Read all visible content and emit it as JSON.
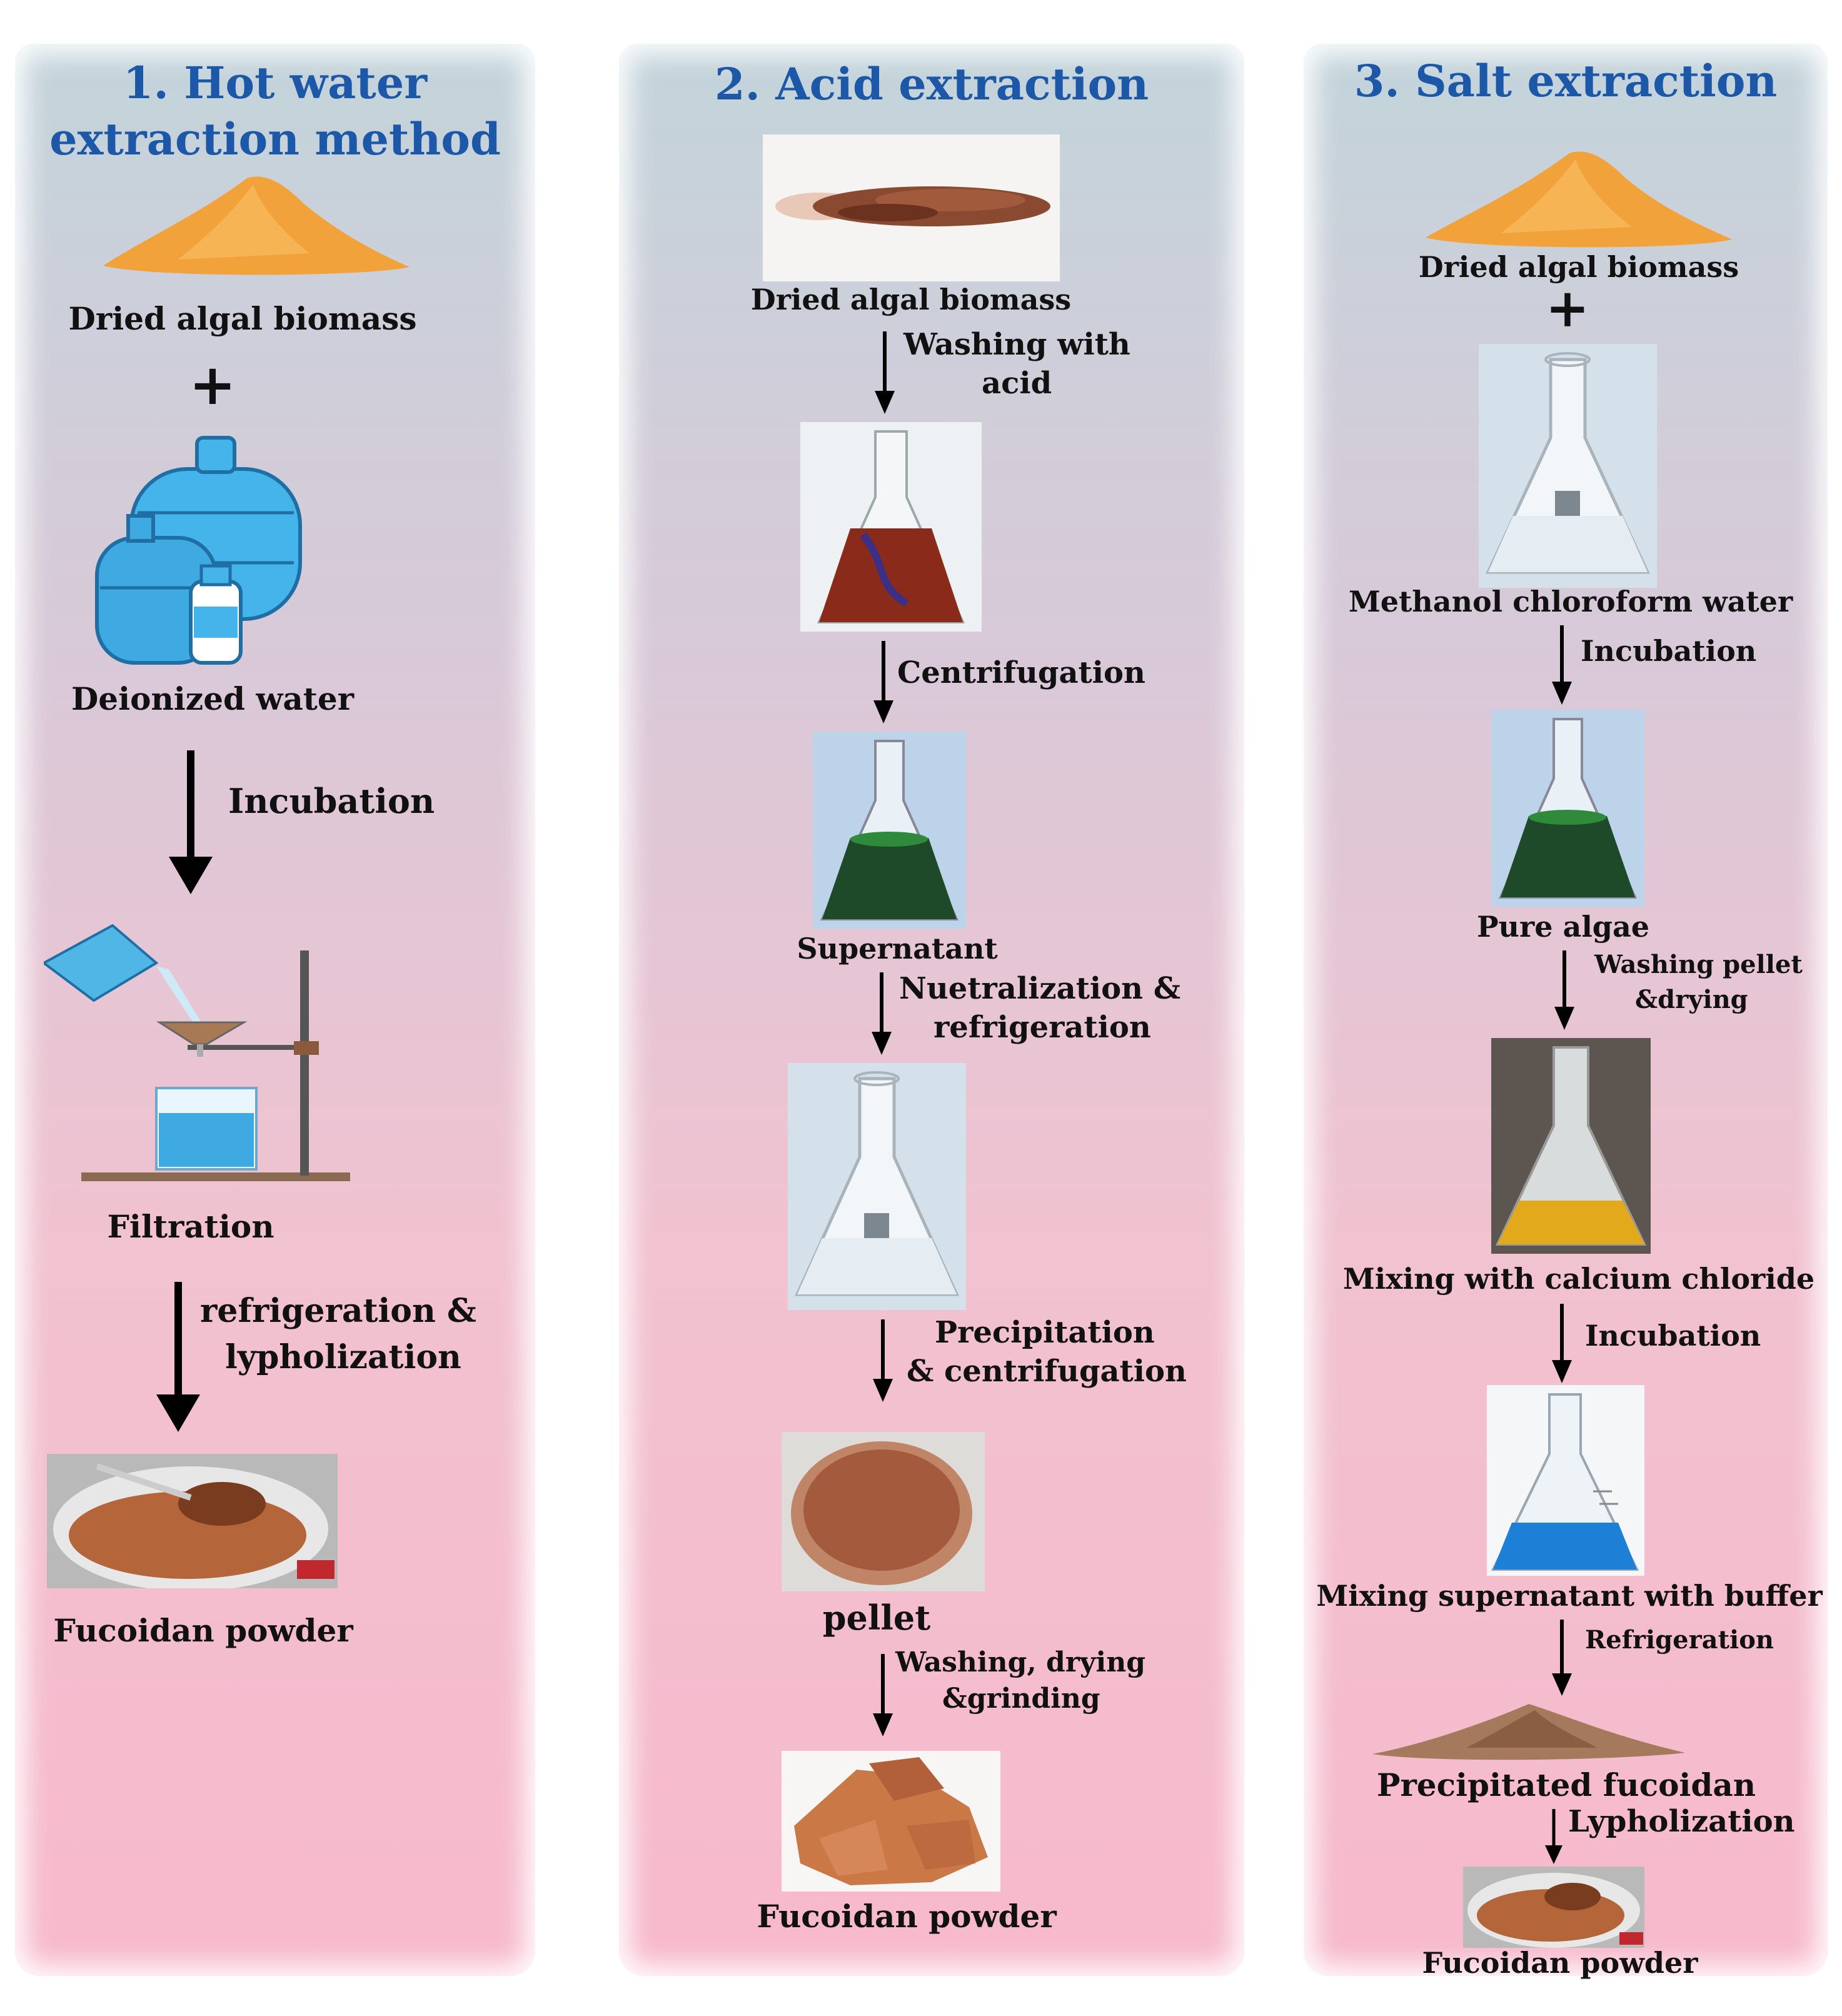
{
  "panels": [
    {
      "title": "1. Hot water extraction method",
      "title_lines": [
        "1. Hot water",
        "extraction method"
      ],
      "inputs": [
        "Dried algal biomass",
        "Deionized water"
      ],
      "plus": "+",
      "steps": [
        {
          "arrow_lines": [
            "Incubation"
          ],
          "result": "Filtration"
        },
        {
          "arrow_lines": [
            "refrigeration &",
            "lypholization"
          ],
          "result": "Fucoidan powder"
        }
      ]
    },
    {
      "title": "2. Acid extraction",
      "input": "Dried algal biomass",
      "steps": [
        {
          "arrow_lines": [
            "Washing with",
            "acid"
          ],
          "result": ""
        },
        {
          "arrow_lines": [
            "Centrifugation"
          ],
          "result": "Supernatant"
        },
        {
          "arrow_lines": [
            "Nuetralization &",
            "refrigeration"
          ],
          "result": ""
        },
        {
          "arrow_lines": [
            "Precipitation",
            "& centrifugation"
          ],
          "result": "pellet"
        },
        {
          "arrow_lines": [
            "Washing, drying",
            "&grinding"
          ],
          "result": "Fucoidan powder"
        }
      ]
    },
    {
      "title": "3. Salt extraction",
      "inputs": [
        "Dried algal biomass",
        "Methanol chloroform water"
      ],
      "plus": "+",
      "steps": [
        {
          "arrow_lines": [
            "Incubation"
          ],
          "result": "Pure algae"
        },
        {
          "arrow_lines": [
            "Washing pellet",
            "&drying"
          ],
          "result": "Mixing with calcium chloride"
        },
        {
          "arrow_lines": [
            "Incubation"
          ],
          "result": "Mixing supernatant with buffer"
        },
        {
          "arrow_lines": [
            "Refrigeration"
          ],
          "result": "Precipitated fucoidan"
        },
        {
          "arrow_lines": [
            "Lypholization"
          ],
          "result": "Fucoidan powder"
        }
      ]
    }
  ],
  "colors": {
    "title": "#1d58a8",
    "powder_orange": "#f2a23a",
    "water_blue": "#3aa8e0",
    "flask_green": "#1f5a2c",
    "flask_red": "#8a2a1a",
    "flask_yellow": "#e3a91c",
    "flask_blue": "#1d7fd6",
    "fucoidan_brown": "#b5653a"
  }
}
